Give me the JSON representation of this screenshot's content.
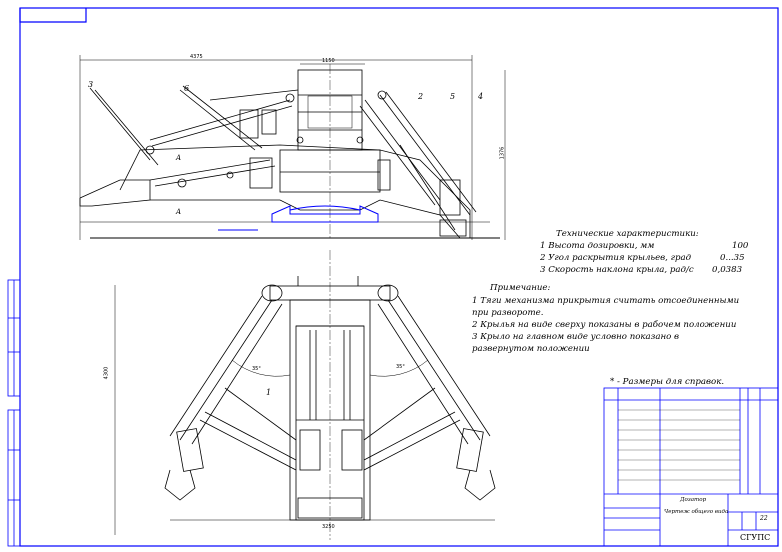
{
  "tech": {
    "title": "Технические характеристики:",
    "rows": [
      {
        "label": "1  Высота дозировки, мм",
        "value": "100"
      },
      {
        "label": "2  Угол раскрытия крыльев, град",
        "value": "0...35"
      },
      {
        "label": "3  Скорость наклона крыла, рад/с",
        "value": "0,0383"
      }
    ]
  },
  "notes": {
    "title": "Примечание:",
    "lines": [
      "1  Тяги механизма прикрытия считать отсоединенными",
      "при развороте.",
      "2  Крылья на виде сверху показаны в рабочем положении",
      "3  Крыло на главном виде условно показано в",
      "развернутом положении"
    ],
    "reference": "* - Размеры для справок."
  },
  "title_block": {
    "doc_name_1": "Дозатор",
    "doc_name_2": "Чертеж общего вида",
    "org": "СГУПС",
    "sheet_label": "22"
  },
  "dims": {
    "top_width": "4375",
    "top_center": "1150",
    "left_height": "4300",
    "bottom_width": "3250",
    "right_height": "1376",
    "section": "A",
    "angle_left": "35°",
    "angle_right": "35°"
  },
  "callouts": [
    "3",
    "6",
    "2",
    "5",
    "4",
    "1"
  ]
}
